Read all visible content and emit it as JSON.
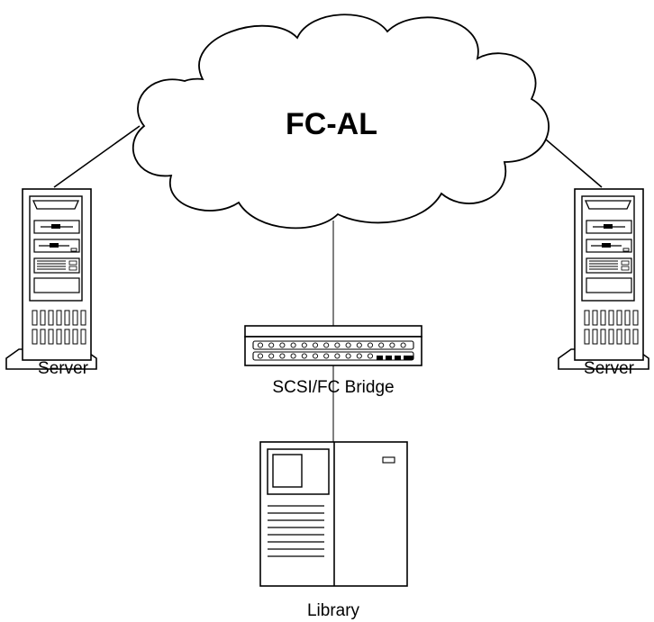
{
  "network": {
    "label": "FC-AL"
  },
  "server_left": {
    "label": "Server"
  },
  "server_right": {
    "label": "Server"
  },
  "bridge": {
    "label": "SCSI/FC Bridge"
  },
  "library": {
    "label": "Library"
  },
  "colors": {
    "stroke": "#000000",
    "fill": "#ffffff"
  }
}
